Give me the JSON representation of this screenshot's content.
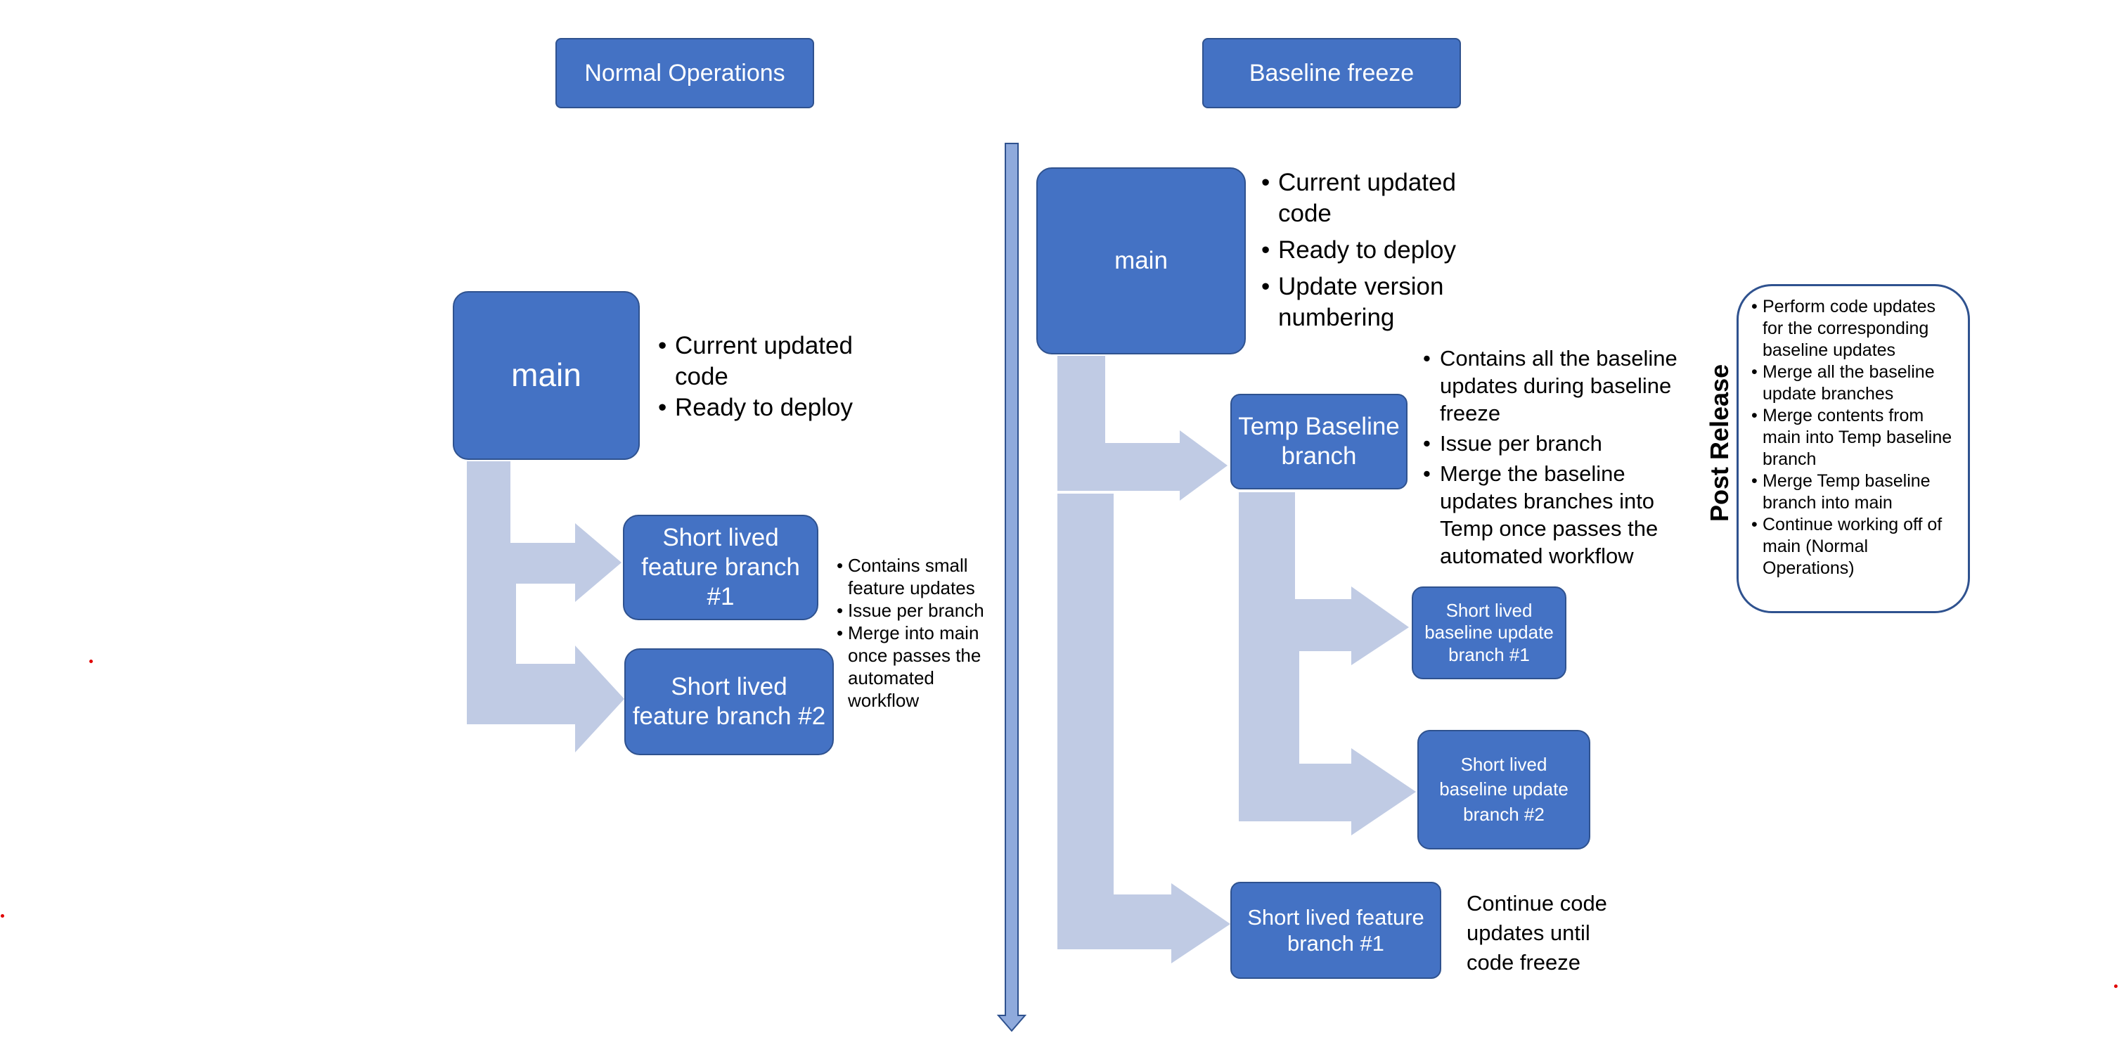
{
  "headers": {
    "normal": "Normal Operations",
    "freeze": "Baseline freeze"
  },
  "left": {
    "main": "main",
    "main_notes": [
      "Current updated code",
      "Ready to deploy"
    ],
    "branch1": "Short lived feature branch #1",
    "branch2": "Short lived feature branch #2",
    "branch_notes": [
      "Contains small feature updates",
      "Issue per branch",
      "Merge into main once passes the automated workflow"
    ]
  },
  "right": {
    "main": "main",
    "main_notes": [
      "Current updated code",
      "Ready to deploy",
      "Update version numbering"
    ],
    "temp": "Temp Baseline branch",
    "temp_notes": [
      "Contains all the baseline updates during baseline freeze",
      "Issue per branch",
      "Merge the baseline updates branches into Temp once passes the automated workflow"
    ],
    "baseline1": "Short lived baseline update branch #1",
    "baseline2": "Short lived baseline update branch #2",
    "feature1": "Short lived feature branch #1",
    "continue_text": "Continue code updates until code freeze"
  },
  "post_release": {
    "title": "Post Release",
    "items": [
      "Perform code updates for the corresponding baseline updates",
      "Merge all the baseline update branches",
      "Merge contents from main into Temp baseline branch",
      "Merge Temp baseline branch into main",
      "Continue working off of main (Normal Operations)"
    ]
  },
  "colors": {
    "box_fill": "#4472c4",
    "box_border": "#2f528f",
    "arrow_fill": "#c0cbe4",
    "timeline_fill": "#8faadc"
  }
}
